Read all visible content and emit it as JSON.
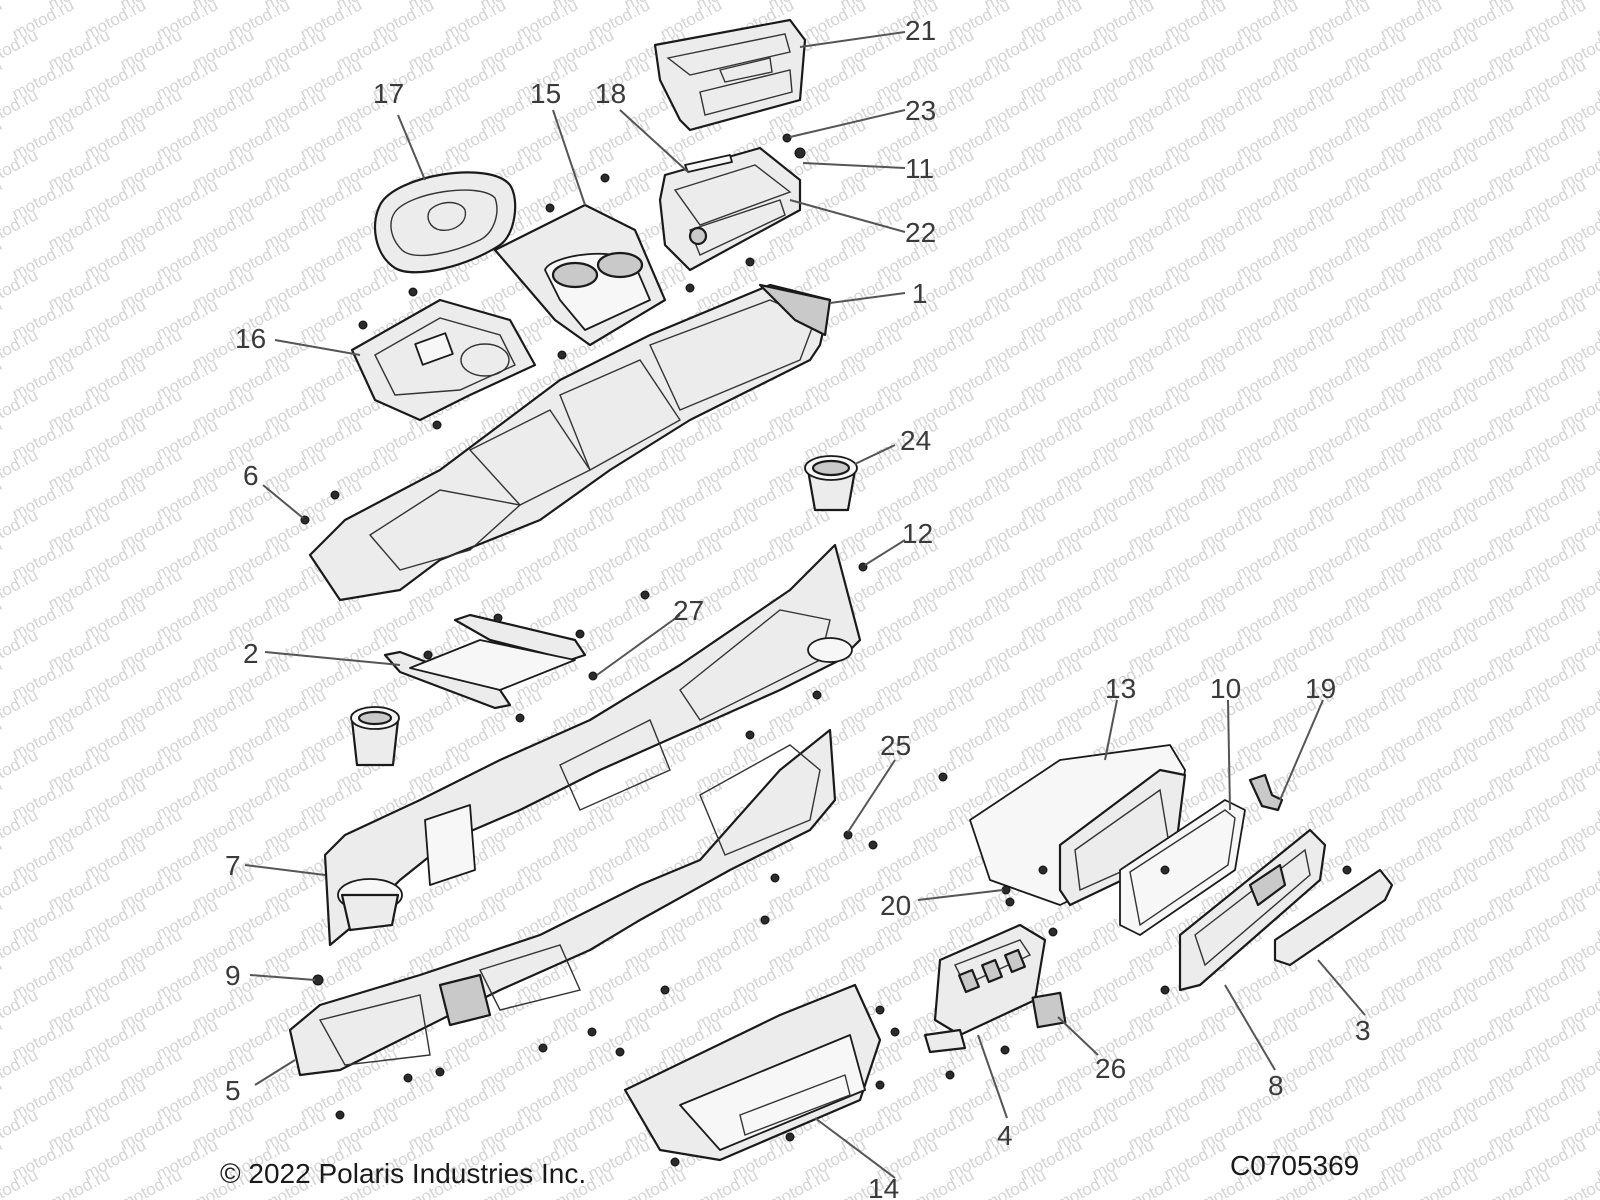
{
  "watermark": "motod.ru",
  "copyright": "© 2022 Polaris Industries Inc.",
  "diagram_code": "C0705369",
  "callouts": [
    {
      "id": "c1",
      "label": "1"
    },
    {
      "id": "c2",
      "label": "2"
    },
    {
      "id": "c3",
      "label": "3"
    },
    {
      "id": "c4",
      "label": "4"
    },
    {
      "id": "c5",
      "label": "5"
    },
    {
      "id": "c6",
      "label": "6"
    },
    {
      "id": "c7",
      "label": "7"
    },
    {
      "id": "c8",
      "label": "8"
    },
    {
      "id": "c9",
      "label": "9"
    },
    {
      "id": "c10",
      "label": "10"
    },
    {
      "id": "c11",
      "label": "11"
    },
    {
      "id": "c12",
      "label": "12"
    },
    {
      "id": "c13",
      "label": "13"
    },
    {
      "id": "c14",
      "label": "14"
    },
    {
      "id": "c15",
      "label": "15"
    },
    {
      "id": "c16",
      "label": "16"
    },
    {
      "id": "c17",
      "label": "17"
    },
    {
      "id": "c18",
      "label": "18"
    },
    {
      "id": "c19",
      "label": "19"
    },
    {
      "id": "c20",
      "label": "20"
    },
    {
      "id": "c21",
      "label": "21"
    },
    {
      "id": "c22",
      "label": "22"
    },
    {
      "id": "c23",
      "label": "23"
    },
    {
      "id": "c24",
      "label": "24"
    },
    {
      "id": "c25",
      "label": "25"
    },
    {
      "id": "c26",
      "label": "26"
    },
    {
      "id": "c27",
      "label": "27"
    }
  ]
}
